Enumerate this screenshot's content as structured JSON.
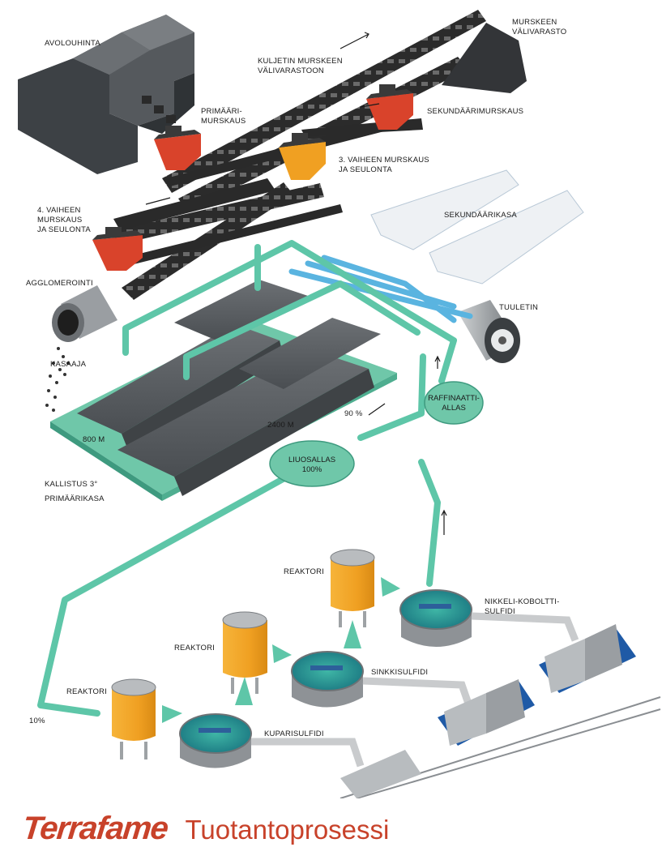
{
  "labels": {
    "avolouhinta": "AVOLOUHINTA",
    "murskeen_valivarasto_1": "MURSKEEN",
    "murskeen_valivarasto_2": "VÄLIVARASTO",
    "kuljetin_1": "KULJETIN MURSKEEN",
    "kuljetin_2": "VÄLIVARASTOON",
    "primaari_1": "PRIMÄÄRI-",
    "primaari_2": "MURSKAUS",
    "sekundaari": "SEKUNDÄÄRIMURSKAUS",
    "vaihe3_1": "3. VAIHEEN MURSKAUS",
    "vaihe3_2": "JA SEULONTA",
    "vaihe4_1": "4. VAIHEEN",
    "vaihe4_2": "MURSKAUS",
    "vaihe4_3": "JA SEULONTA",
    "sekundaarikasa": "SEKUNDÄÄRIKASA",
    "agglomerointi": "AGGLOMEROINTI",
    "tuuletin": "TUULETIN",
    "kasaaja": "KASAAJA",
    "raffinaatti_1": "RAFFINAATTI-",
    "raffinaatti_2": "ALLAS",
    "pct_90": "90 %",
    "dim_2400": "2400 M",
    "dim_800": "800 M",
    "liuosallas_1": "LIUOSALLAS",
    "liuosallas_2": "100%",
    "kallistus": "KALLISTUS 3°",
    "primaarikasa": "PRIMÄÄRIKASA",
    "reaktori_1": "REAKTORI",
    "reaktori_2": "REAKTORI",
    "reaktori_3": "REAKTORI",
    "nikkeli_1": "NIKKELI-KOBOLTTI-",
    "nikkeli_2": "SULFIDI",
    "sinkki": "SINKKISULFIDI",
    "kupari": "KUPARISULFIDI",
    "pct_10": "10%"
  },
  "footer": {
    "brand": "Terrafame",
    "title": "Tuotantoprosessi"
  },
  "colors": {
    "brand": "#c8422a",
    "teal_pipe": "#5ec6a8",
    "blue_pipe": "#5ab4e0",
    "conveyor": "#2a2a2a",
    "crusher_red": "#d9432b",
    "reactor_orange": "#f2a52a",
    "heap_gray": "#5a5e62",
    "base_green": "#7ccdb0"
  }
}
